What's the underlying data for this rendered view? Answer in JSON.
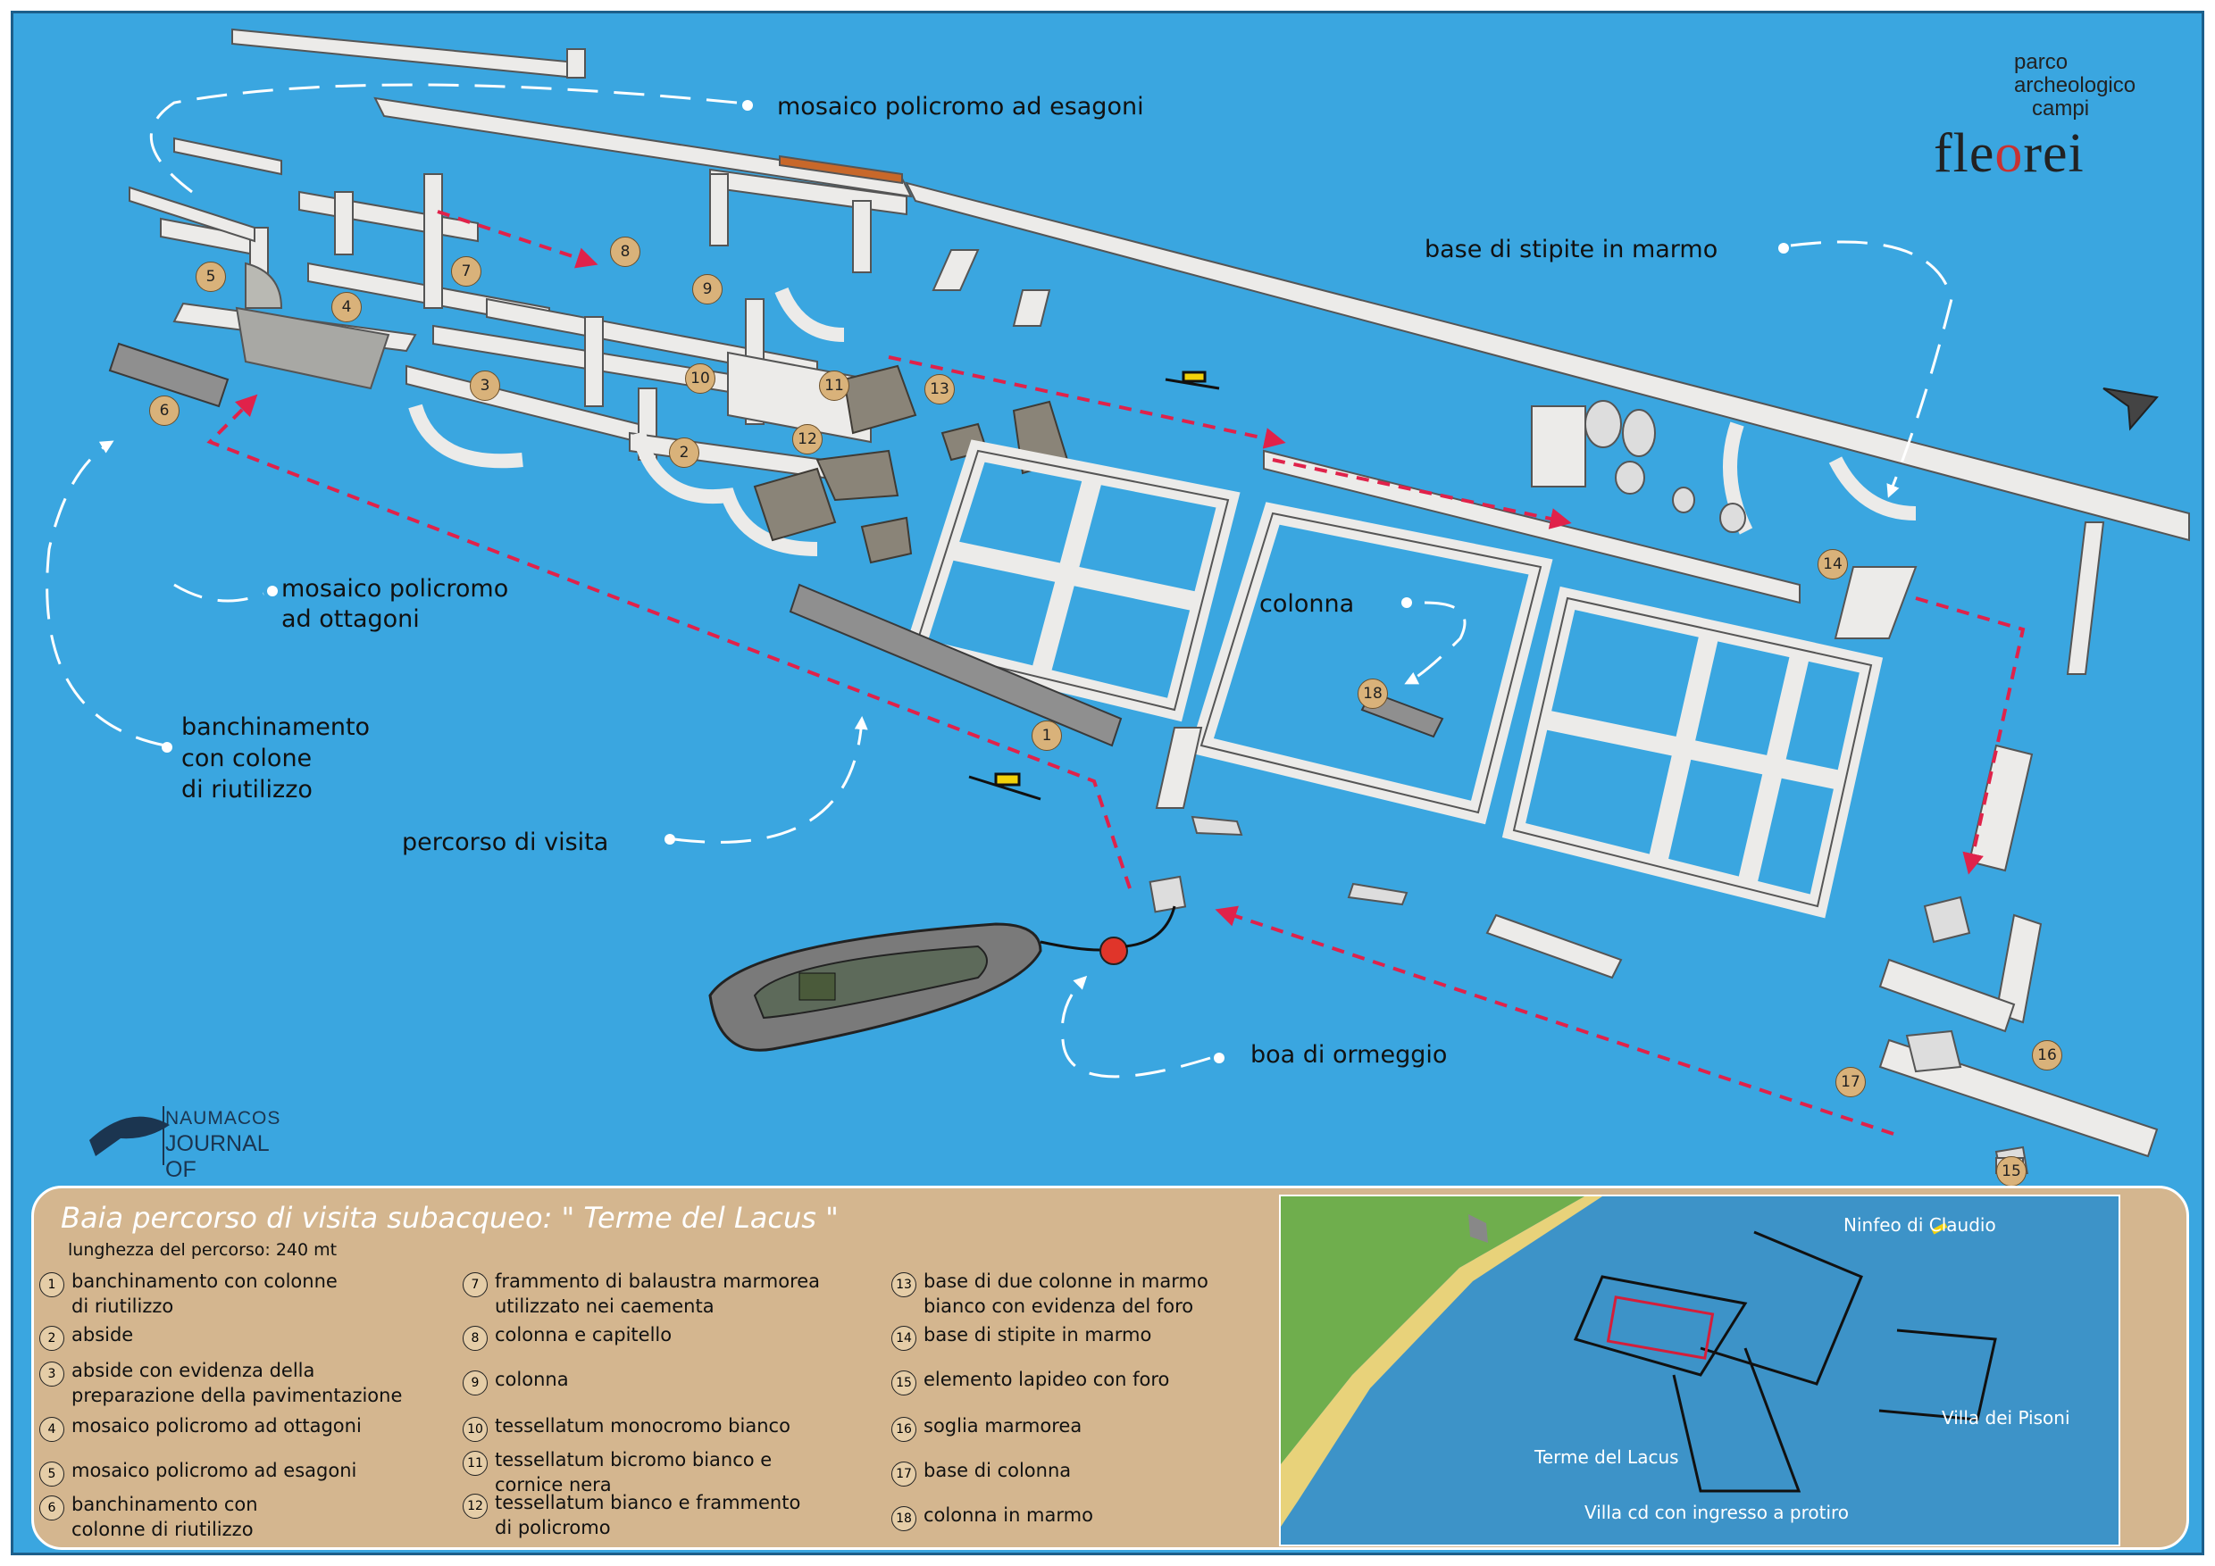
{
  "logo": {
    "line1": "parco",
    "line2": "archeologico",
    "line3": "campi",
    "name_pre": "fle",
    "name_o": "o",
    "name_post": "rei"
  },
  "labels": {
    "mosaico_esagoni": "mosaico policromo ad esagoni",
    "base_stipite": "base di stipite in marmo",
    "mosaico_ottagoni_1": "mosaico policromo",
    "mosaico_ottagoni_2": "ad ottagoni",
    "banch_1": "banchinamento",
    "banch_2": "con colone",
    "banch_3": "di riutilizzo",
    "percorso": "percorso di visita",
    "colonna": "colonna",
    "boa": "boa di ormeggio"
  },
  "markers": [
    "1",
    "2",
    "3",
    "4",
    "5",
    "6",
    "7",
    "8",
    "9",
    "10",
    "11",
    "12",
    "13",
    "14",
    "15",
    "16",
    "17",
    "18"
  ],
  "publisher": {
    "line1": "NAUMACOS",
    "line2": "JOURNAL OF SCIENCE"
  },
  "panel": {
    "title": "Baia percorso di visita subacqueo: \" Terme del Lacus \"",
    "length": "lunghezza del percorso: 240 mt",
    "items": [
      {
        "n": "1",
        "text": "banchinamento con colonne\ndi riutilizzo"
      },
      {
        "n": "2",
        "text": "abside"
      },
      {
        "n": "3",
        "text": "abside con evidenza della\npreparazione della pavimentazione"
      },
      {
        "n": "4",
        "text": "mosaico policromo ad ottagoni"
      },
      {
        "n": "5",
        "text": "mosaico policromo ad esagoni"
      },
      {
        "n": "6",
        "text": "banchinamento con\n colonne di riutilizzo"
      },
      {
        "n": "7",
        "text": "frammento di balaustra marmorea\nutilizzato nei caementa"
      },
      {
        "n": "8",
        "text": "colonna e capitello"
      },
      {
        "n": "9",
        "text": "colonna"
      },
      {
        "n": "10",
        "text": "tessellatum monocromo bianco"
      },
      {
        "n": "11",
        "text": "tessellatum bicromo bianco e\ncornice nera"
      },
      {
        "n": "12",
        "text": "tessellatum bianco e frammento\ndi policromo"
      },
      {
        "n": "13",
        "text": "base di due colonne in marmo\nbianco con evidenza del foro"
      },
      {
        "n": "14",
        "text": "base di stipite in marmo"
      },
      {
        "n": "15",
        "text": "elemento lapideo con foro"
      },
      {
        "n": "16",
        "text": "soglia marmorea"
      },
      {
        "n": "17",
        "text": "base di colonna"
      },
      {
        "n": "18",
        "text": "colonna in marmo"
      }
    ]
  },
  "inset": {
    "ninfeo": "Ninfeo di Claudio",
    "pisoni": "Villa dei Pisoni",
    "terme": "Terme del Lacus",
    "villa": "Villa cd con ingresso a protiro"
  },
  "colors": {
    "sea": "#3aa6e0",
    "wall": "#ecebe9",
    "route": "#e0224a",
    "panel": "#d4b68f",
    "marker": "#d9b27a"
  }
}
